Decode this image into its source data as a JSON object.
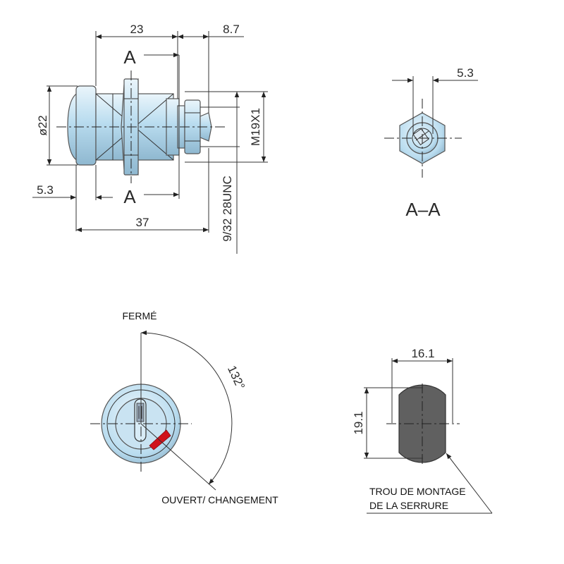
{
  "dimensions": {
    "d23": "23",
    "d8_7": "8.7",
    "d22": "ø22",
    "d5_3_side": "5.3",
    "d37": "37",
    "thread_metric": "M19X1",
    "thread_unc": "9/32  28UNC",
    "d5_3_section": "5.3",
    "angle": "132°",
    "d16_1": "16.1",
    "d19_1": "19.1"
  },
  "section": {
    "mark_top": "A",
    "mark_bottom": "A",
    "title": "A–A"
  },
  "labels": {
    "closed": "FERMÉ",
    "open": "OUVERT/ CHANGEMENT",
    "hole_line1": "TROU DE MONTAGE",
    "hole_line2": "DE LA SERRURE"
  },
  "colors": {
    "metal": "#b9dcef",
    "metal_dark": "#8fb8d0",
    "hole": "#606060",
    "marker": "#d0121b"
  }
}
